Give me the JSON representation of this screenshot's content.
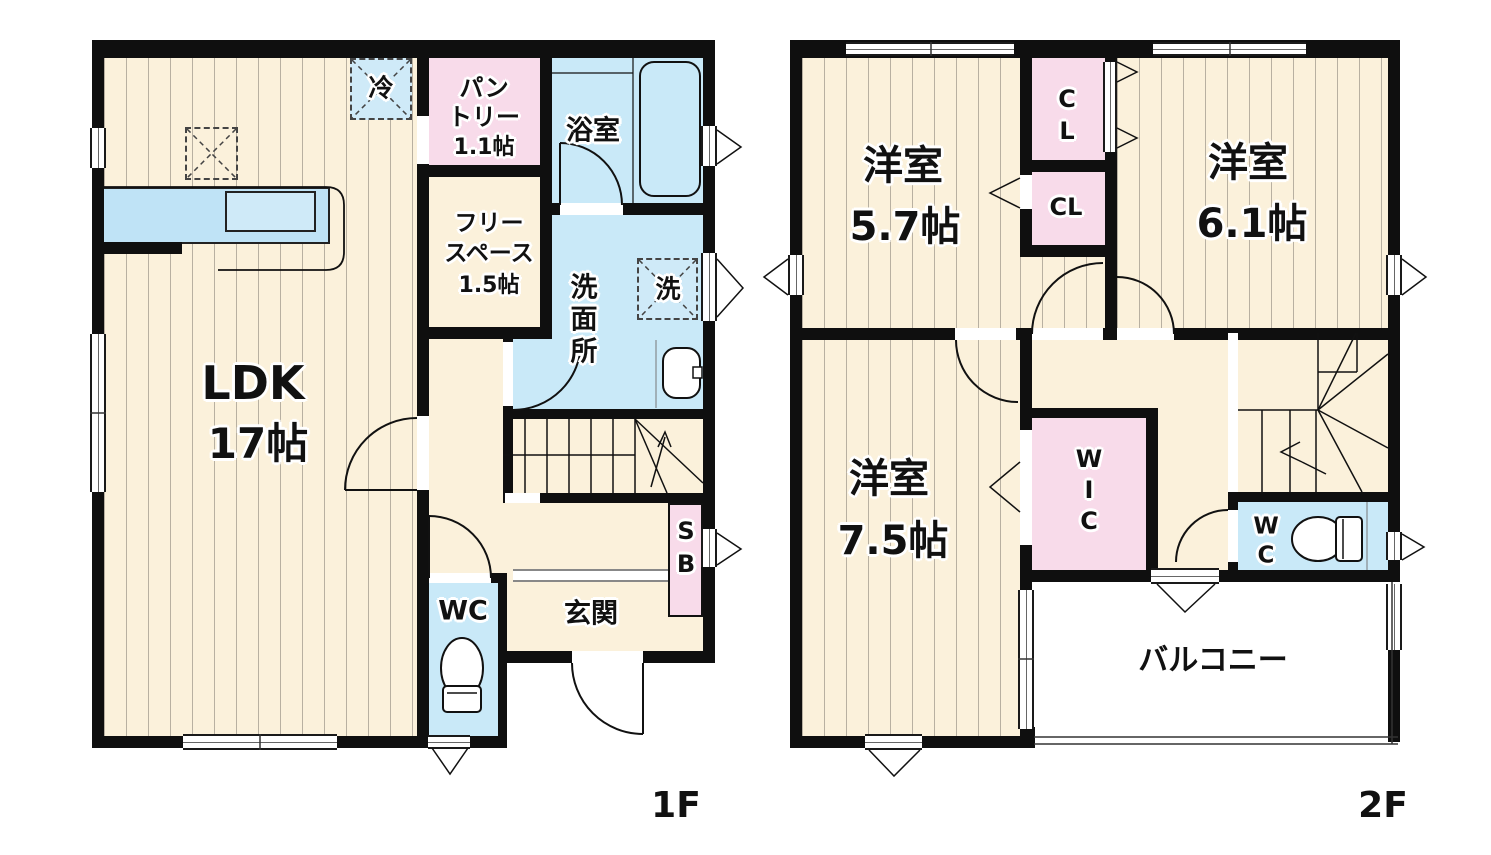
{
  "colors": {
    "wall": "#0f0f0f",
    "floor_cream": "#FBF1DB",
    "stripe_line": "#b8b0a1",
    "room_pink": "#F8DBEA",
    "room_blue": "#C9E9F8",
    "counter_blue": "#BFE3F6"
  },
  "floor1": {
    "label": "1F",
    "ldk": {
      "name": "LDK",
      "size": "17帖"
    },
    "pantry": {
      "name_l1": "パン",
      "name_l2": "トリー",
      "size": "1.1帖"
    },
    "bathroom": "浴室",
    "free_space": {
      "name_l1": "フリー",
      "name_l2": "スペース",
      "size": "1.5帖"
    },
    "washroom": {
      "c1": "洗",
      "c2": "面",
      "c3": "所"
    },
    "refrigerator": "冷",
    "washer": "洗",
    "toilet": "WC",
    "entrance": "玄関",
    "shoe_box": {
      "c1": "S",
      "c2": "B"
    }
  },
  "floor2": {
    "label": "2F",
    "bedroom_57": {
      "name": "洋室",
      "size": "5.7帖"
    },
    "bedroom_61": {
      "name": "洋室",
      "size": "6.1帖"
    },
    "bedroom_75": {
      "name": "洋室",
      "size": "7.5帖"
    },
    "closet1": {
      "c1": "C",
      "c2": "L"
    },
    "closet2": "CL",
    "wic": {
      "c1": "W",
      "c2": "I",
      "c3": "C"
    },
    "toilet": {
      "c1": "W",
      "c2": "C"
    },
    "balcony": "バルコニー"
  }
}
